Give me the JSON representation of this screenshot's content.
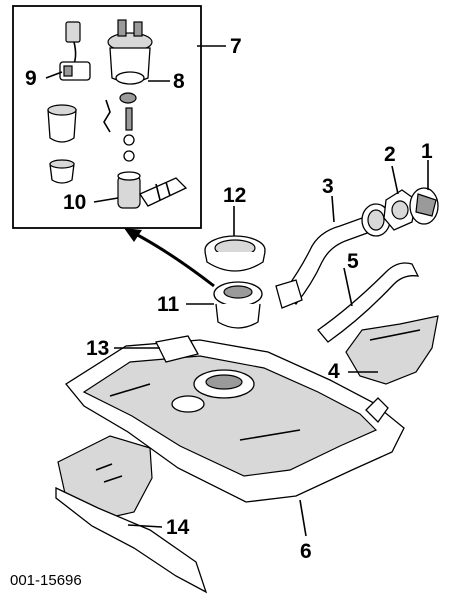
{
  "callouts": {
    "c1": "1",
    "c2": "2",
    "c3": "3",
    "c4": "4",
    "c5": "5",
    "c6": "6",
    "c7": "7",
    "c8": "8",
    "c9": "9",
    "c10": "10",
    "c11": "11",
    "c12": "12",
    "c13": "13",
    "c14": "14"
  },
  "figure_code": "001-15696"
}
